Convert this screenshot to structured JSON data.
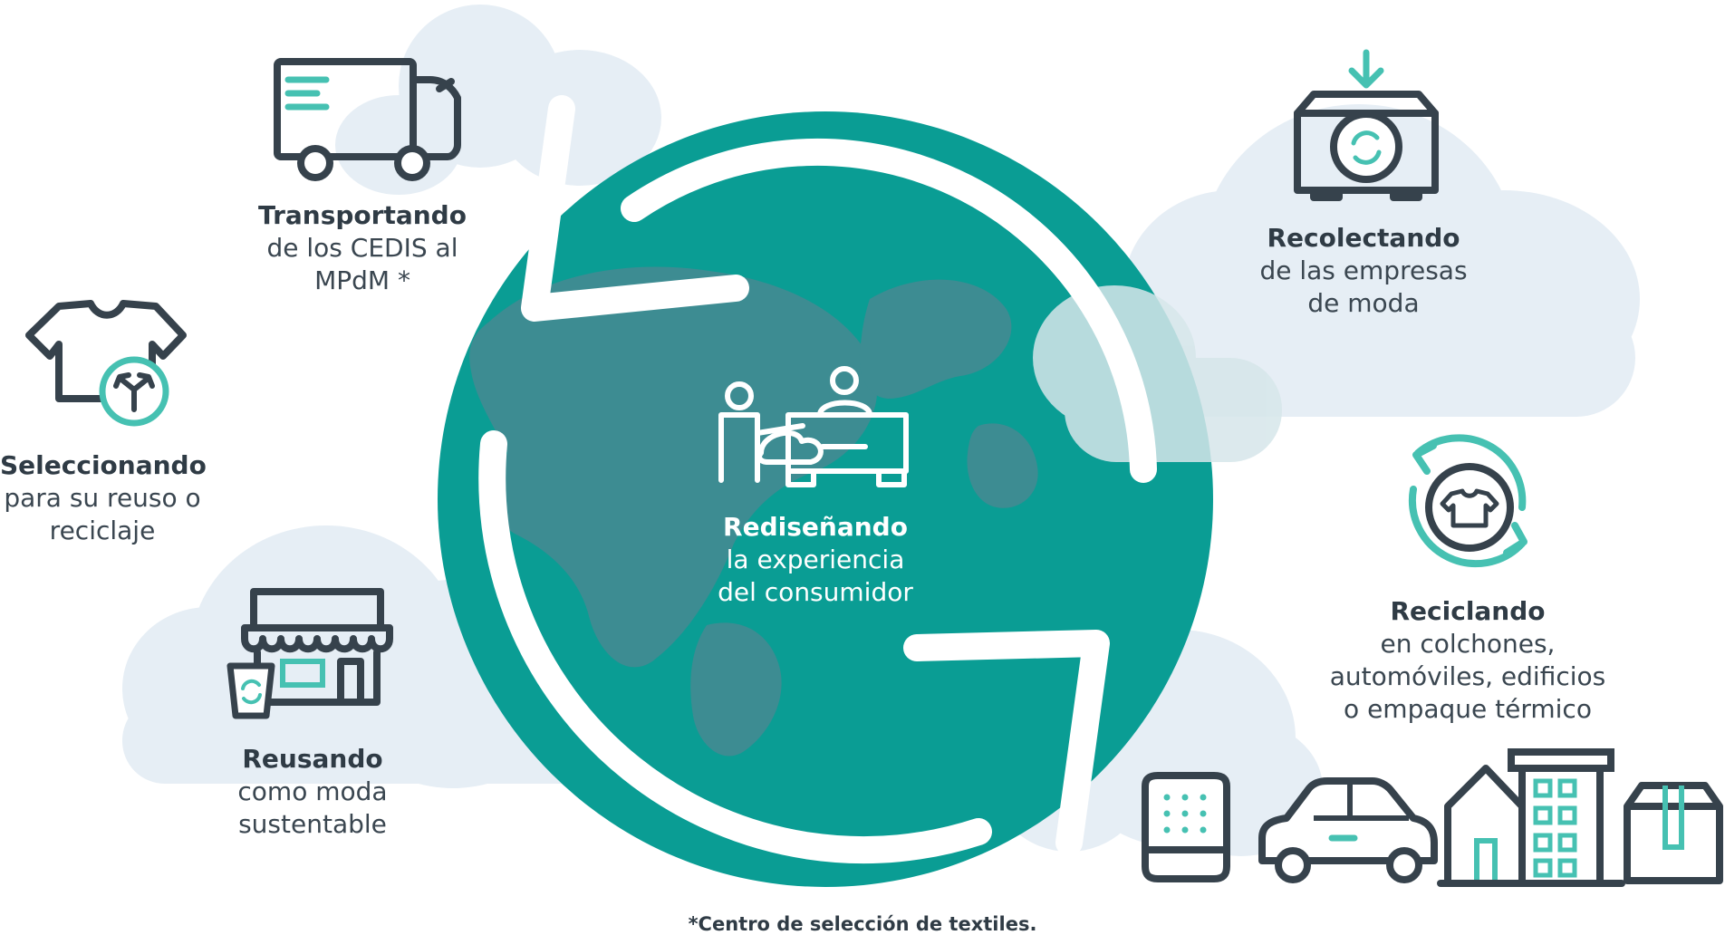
{
  "colors": {
    "teal": "#0a9d94",
    "land": "#3d8c92",
    "dark": "#36424c",
    "accent": "#46c1b2",
    "cloud": "#e6eef5",
    "white": "#ffffff"
  },
  "center": {
    "title": "Rediseñando",
    "lines": [
      "la experiencia",
      "del consumidor"
    ],
    "icon": "store-counter-icon"
  },
  "steps": [
    {
      "id": "transportando",
      "icon": "truck-icon",
      "title": "Transportando",
      "lines": [
        "de los CEDIS al",
        "MPdM *"
      ]
    },
    {
      "id": "recolectando",
      "icon": "collection-box-icon",
      "title": "Recolectando",
      "lines": [
        "de las empresas",
        "de moda"
      ]
    },
    {
      "id": "seleccionando",
      "icon": "shirt-sort-icon",
      "title": "Seleccionando",
      "lines": [
        "para su reuso o",
        "reciclaje"
      ]
    },
    {
      "id": "reciclando",
      "icon": "recycle-shirt-icon",
      "title": "Reciclando",
      "lines": [
        "en colchones,",
        "automóviles, edificios",
        "o empaque térmico"
      ]
    },
    {
      "id": "reusando",
      "icon": "shop-icon",
      "title": "Reusando",
      "lines": [
        "como moda",
        "sustentable"
      ]
    }
  ],
  "recycled_products": [
    "mattress-icon",
    "car-icon",
    "building-icon",
    "package-icon"
  ],
  "footnote": "*Centro de selección de textiles."
}
